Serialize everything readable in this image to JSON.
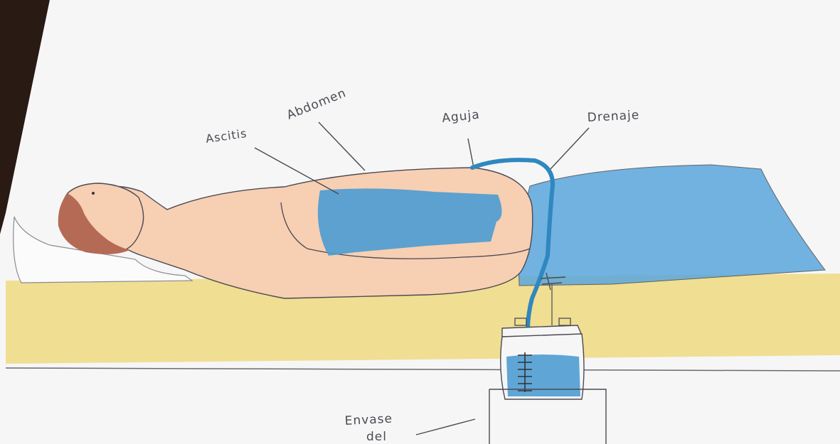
{
  "labels": {
    "ascitis": "Ascitis",
    "abdomen": "Abdomen",
    "aguja": "Aguja",
    "drenaje": "Drenaje",
    "envase_line1": "Envase",
    "envase_line2": "del"
  },
  "colors": {
    "desk": "#2a1a14",
    "paper": "#f6f6f7",
    "skin": "#f7cfb3",
    "hair": "#b56a55",
    "fluid_blue": "#4a9bd1",
    "sheet_blue": "#5aa7dc",
    "bed_yellow": "#efdc86",
    "pencil": "#4a4a52",
    "tube": "#2f88bf"
  }
}
